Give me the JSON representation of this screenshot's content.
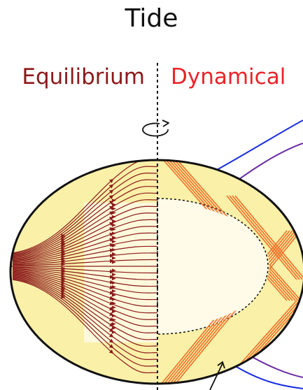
{
  "title": "Tide",
  "labels": {
    "left": "Equilibrium",
    "right": "Dynamical"
  },
  "colors": {
    "left_label": "#8b1a1a",
    "right_label": "#e8242a",
    "shell_fill": "#faf0a8",
    "core_fill": "#fffbe8",
    "streamline": "#8b1a1a",
    "wave_ray": "#f07028",
    "outline": "#111111",
    "orbit_blue": "#1a2ee0",
    "orbit_purple": "#6a2aa0"
  },
  "icons": {
    "rotation": "rotation-arrow-icon",
    "pointer": "pointer-arrow-icon"
  }
}
